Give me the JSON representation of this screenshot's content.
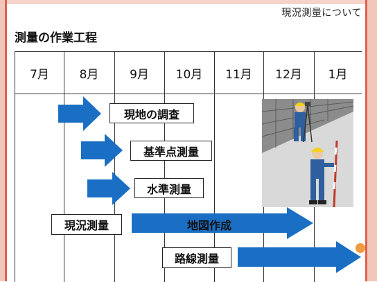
{
  "header": {
    "title": "現況測量について"
  },
  "page": {
    "title": "測量の作業工程"
  },
  "schedule": {
    "months": [
      "7月",
      "8月",
      "9月",
      "10月",
      "11月",
      "12月",
      "1月"
    ],
    "tasks": [
      {
        "label": "現地の調査"
      },
      {
        "label": "基準点測量"
      },
      {
        "label": "水準測量"
      },
      {
        "label": "現況測量"
      },
      {
        "label": "地図作成"
      },
      {
        "label": "路線測量"
      }
    ]
  },
  "colors": {
    "arrow": "#1a6fc4",
    "frame": "#e0614c",
    "dot": "#f19a3e"
  }
}
